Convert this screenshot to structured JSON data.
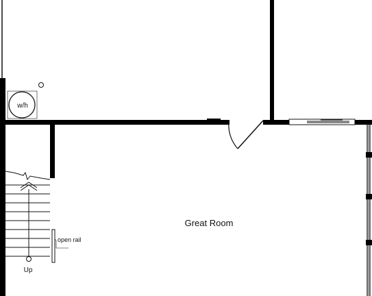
{
  "rooms": {
    "great_room": "Great Room"
  },
  "fixtures": {
    "water_heater": "w/h"
  },
  "stairs": {
    "direction": "Up",
    "rail_note": "open rail"
  },
  "colors": {
    "wall": "#000000",
    "line": "#111111",
    "background": "#ffffff"
  }
}
